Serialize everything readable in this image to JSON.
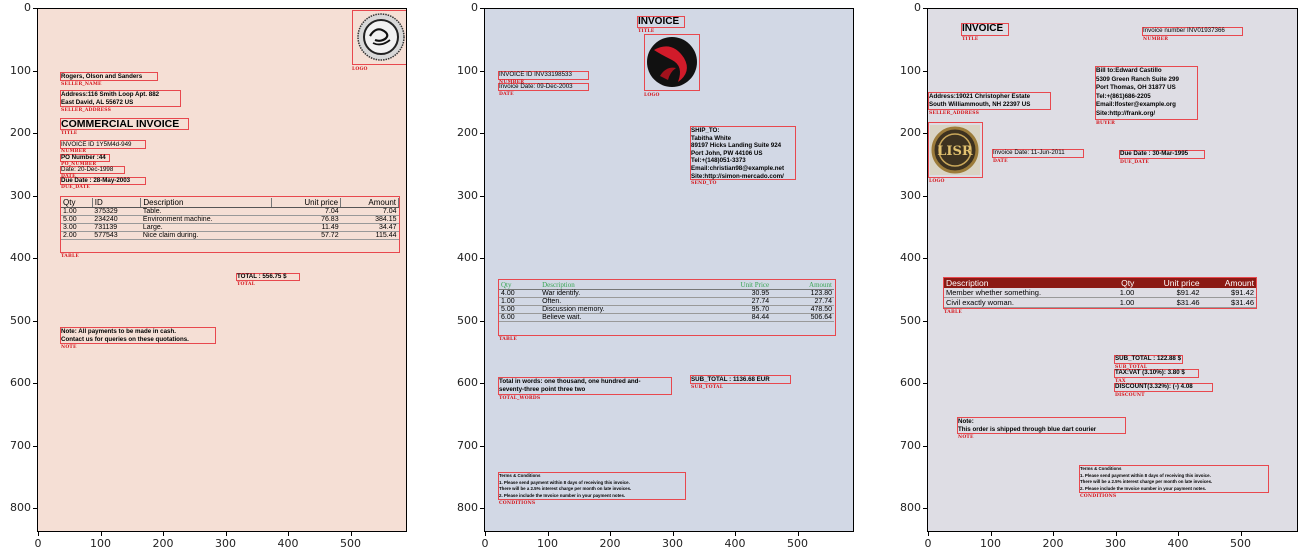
{
  "axes": {
    "y_ticks": [
      "0",
      "100",
      "200",
      "300",
      "400",
      "500",
      "600",
      "700",
      "800"
    ],
    "x_ticks": [
      "0",
      "100",
      "200",
      "300",
      "400",
      "500"
    ]
  },
  "invoice1": {
    "seller_name": "Rogers, Olson and Sanders",
    "seller_address_line1": "Address:116 Smith Loop Apt. 882",
    "seller_address_line2": "East David, AL 55672 US",
    "title": "COMMERCIAL INVOICE",
    "invoice_id": "INVOICE ID 1Y5M4d-949",
    "po_number": "PO Number :44",
    "date": "Date: 20-Dec-1998",
    "due_date": "Due Date : 28-May-2003",
    "table_headers": [
      "Qty",
      "ID",
      "Description",
      "Unit price",
      "Amount"
    ],
    "table_rows": [
      [
        "1.00",
        "375329",
        "Table.",
        "7.04",
        "7.04"
      ],
      [
        "5.00",
        "234240",
        "Environment machine.",
        "76.83",
        "384.15"
      ],
      [
        "3.00",
        "731139",
        "Large.",
        "11.49",
        "34.47"
      ],
      [
        "2.00",
        "577543",
        "Nice claim during.",
        "57.72",
        "115.44"
      ]
    ],
    "total": "TOTAL : 556.75 $",
    "note_line1": "Note: All payments to be made in cash.",
    "note_line2": "Contact us for queries on these quotations.",
    "labels": {
      "logo": "LOGO",
      "seller_name": "SELLER_NAME",
      "seller_address": "SELLER_ADDRESS",
      "title": "TITLE",
      "number": "NUMBER",
      "po_number": "PO_NUMBER",
      "date": "DATE",
      "due_date": "DUE_DATE",
      "table": "TABLE",
      "total": "TOTAL",
      "note": "NOTE"
    }
  },
  "invoice2": {
    "title": "INVOICE",
    "invoice_id": "INVOICE ID INV33198533",
    "invoice_date": "Invoice Date: 09-Dec-2003",
    "ship_to": [
      "SHIP_TO:",
      "Tabitha White",
      "89197 Hicks Landing Suite 924",
      "Port John, PW 44106 US",
      "Tel:+(148)051-3373",
      "Email:christian98@example.net",
      "Site:http://simon-mercado.com/"
    ],
    "table_headers": [
      "Qty",
      "Description",
      "Unit Price",
      "Amount"
    ],
    "table_rows": [
      [
        "4.00",
        "War identify.",
        "30.95",
        "123.80"
      ],
      [
        "1.00",
        "Often.",
        "27.74",
        "27.74"
      ],
      [
        "5.00",
        "Discussion memory.",
        "95.70",
        "478.50"
      ],
      [
        "6.00",
        "Believe wait.",
        "84.44",
        "506.64"
      ]
    ],
    "total_words_line1": "Total in words:  one thousand, one hundred and-",
    "total_words_line2": "seventy-three point three two",
    "sub_total": "SUB_TOTAL : 1136.68  EUR",
    "terms": [
      "Terms & Conditions",
      "1. Please send payment within 8 days of receiving this invoice.",
      "There will be a 2.5% interest charge per month on late invoices.",
      "2. Please include the Invoice number in your payment notes."
    ],
    "labels": {
      "title": "TITLE",
      "number": "NUMBER",
      "date": "DATE",
      "logo": "LOGO",
      "send_to": "SEND_TO",
      "table": "TABLE",
      "total_words": "TOTAL_WORDS",
      "sub_total": "SUB_TOTAL",
      "conditions": "CONDITIONS"
    },
    "colors": {
      "header_text": "#3aa655",
      "logo_red": "#d11b2a"
    }
  },
  "invoice3": {
    "title": "INVOICE",
    "invoice_number": "Invoice number INV01937366",
    "bill_to": [
      "Bill to:Edward Castillo",
      "5309 Green Ranch Suite 299",
      "Port Thomas, OH 31877 US",
      "Tel:+(861)686-2205",
      "Email:lfoster@example.org",
      "Site:http://frank.org/"
    ],
    "seller_address_line1": "Address:19021 Christopher Estate",
    "seller_address_line2": "South Williammouth, NH 22397 US",
    "logo_text": "LISR",
    "invoice_date": "Invoice Date: 11-Jun-2011",
    "due_date": "Due Date : 30-Mar-1995",
    "table_headers": [
      "Description",
      "Qty",
      "Unit price",
      "Amount"
    ],
    "table_rows": [
      [
        "Member whether something.",
        "1.00",
        "$91.42",
        "$91.42"
      ],
      [
        "Civil exactly woman.",
        "1.00",
        "$31.46",
        "$31.46"
      ]
    ],
    "sub_total": "SUB_TOTAL : 122.88  $",
    "tax": "TAX:VAT (3.10%):  3.80 $",
    "discount": "DISCOUNT(3.32%): (-)  4.08",
    "note_line1": "Note:",
    "note_line2": "This order is shipped through blue dart courier",
    "terms": [
      "Terms & Conditions",
      "1. Please send payment within 8 days of receiving this invoice.",
      "There will be a 2.5% interest charge per month on late invoices.",
      "2. Please include the Invoice number in your payment notes."
    ],
    "labels": {
      "title": "TITLE",
      "number": "NUMBER",
      "seller_address": "SELLER_ADDRESS",
      "buyer": "BUYER",
      "logo": "LOGO",
      "date": "DATE",
      "due_date": "DUE_DATE",
      "table": "TABLE",
      "sub_total": "SUB_TOTAL",
      "tax": "TAX",
      "discount": "DISCOUNT",
      "note": "NOTE",
      "conditions": "CONDITIONS"
    },
    "colors": {
      "table_header_bg": "#8b1a14"
    }
  }
}
